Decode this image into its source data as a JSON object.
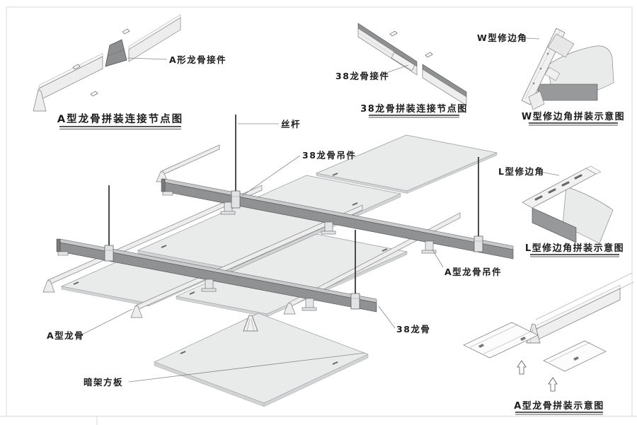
{
  "figure": {
    "kind": "ceiling-keel-assembly-technical-drawing",
    "colors": {
      "background": "#ffffff",
      "line": "#4a4a4a",
      "panel_fill": "#e9eaea",
      "channel_fill": "#8f9193",
      "keel_fill": "#ededee",
      "connector_fill": "#8c8e90",
      "frame": "#d9d9d9",
      "text": "#1c1c1c"
    },
    "details": {
      "a_joint": {
        "title": "A型龙骨拼装连接节点图",
        "callout": "A形龙骨接件"
      },
      "joint38": {
        "title": "38龙骨拼装连接节点图",
        "callout": "38龙骨接件"
      },
      "w_trim": {
        "title": "W型修边角拼装示意图",
        "callout": "W型修边角"
      },
      "l_trim": {
        "title": "L型修边角拼装示意图",
        "callout": "L型修边角"
      },
      "a_assembly": {
        "title": "A型龙骨拼装示意图"
      },
      "main": {
        "callouts": {
          "rod": "丝杆",
          "hanger38": "38龙骨吊件",
          "hangerA": "A型龙骨吊件",
          "keel38": "38龙骨",
          "keelA": "A型龙骨",
          "panel": "暗架方板"
        }
      }
    }
  }
}
